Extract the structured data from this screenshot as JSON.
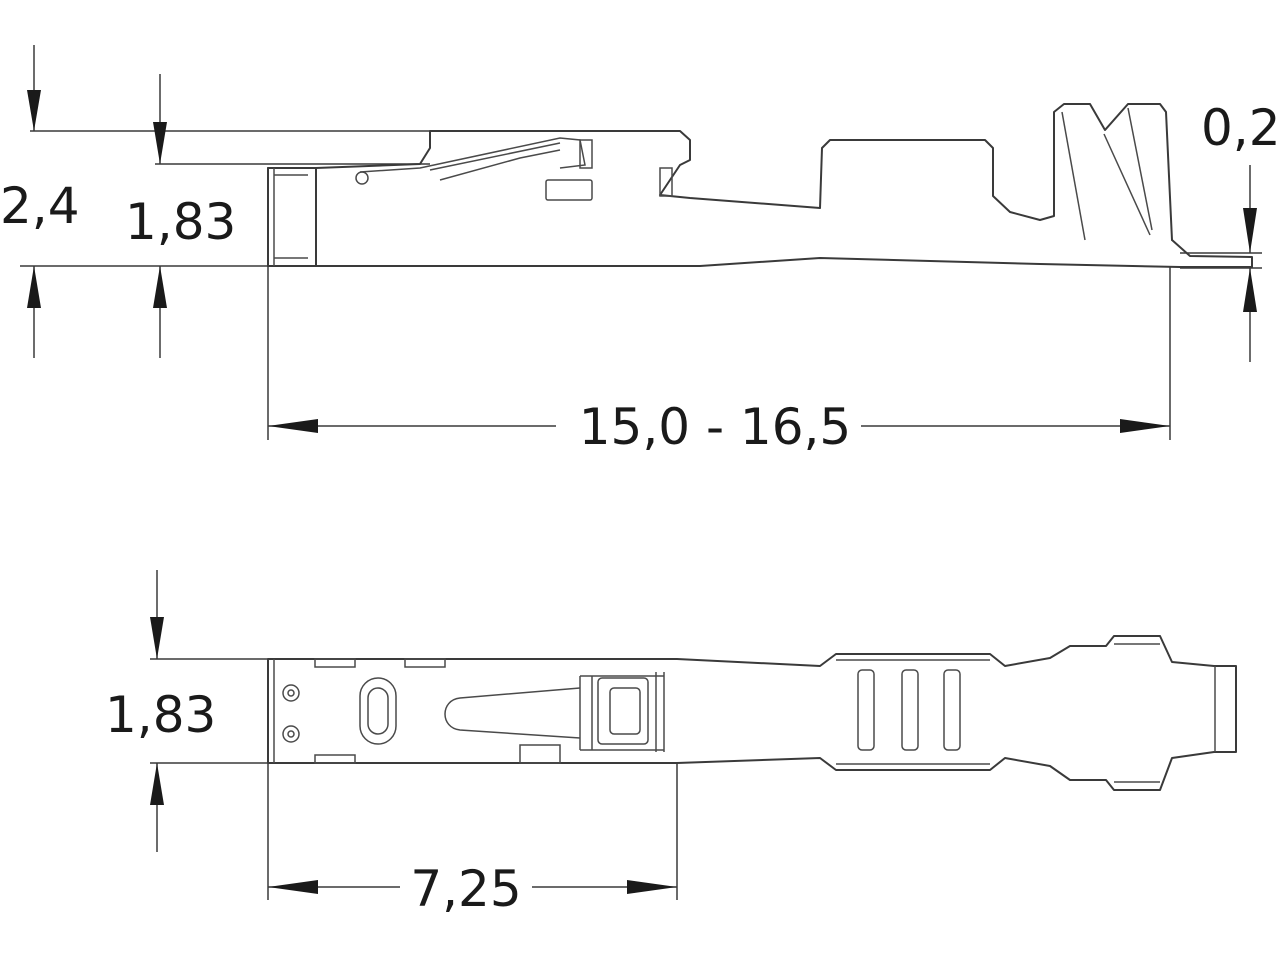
{
  "side_view": {
    "height_total": "2,4",
    "height_body": "1,83",
    "thickness": "0,2",
    "length": "15,0 - 16,5"
  },
  "top_view": {
    "width": "1,83",
    "contact_length": "7,25"
  }
}
